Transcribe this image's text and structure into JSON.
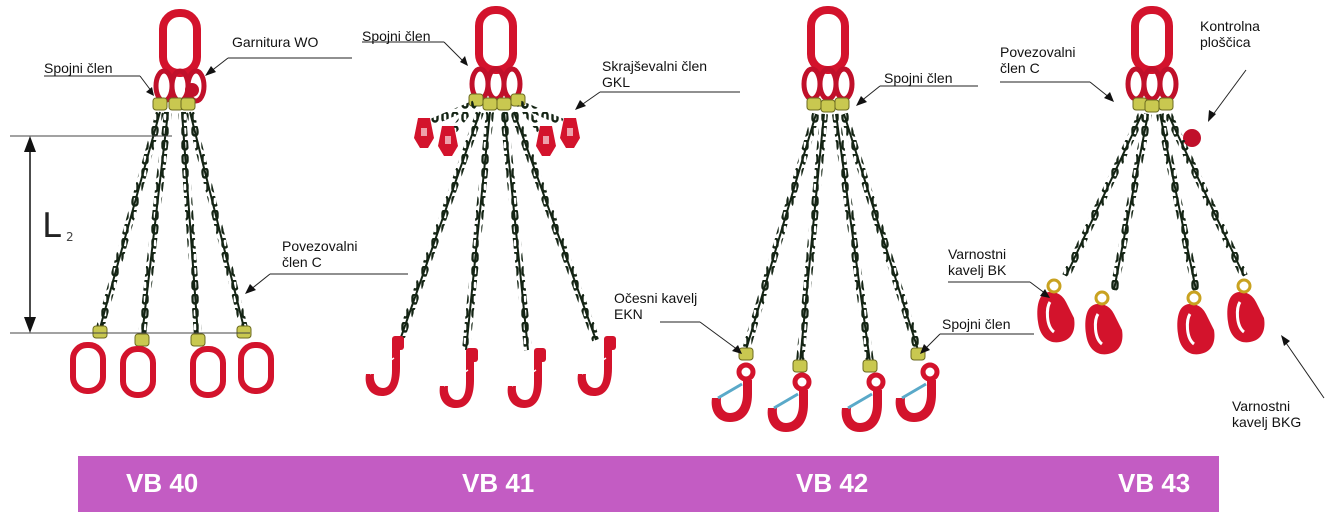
{
  "colors": {
    "chain": "#142414",
    "metal": "#d3132c",
    "link": "#c9c850",
    "bar": "#c35cc3",
    "bar_text": "#ffffff"
  },
  "labels": {
    "vb40_garnitura": "Garnitura WO",
    "vb40_spojni": "Spojni člen",
    "vb40_povezovalni": "Povezovalni\nčlen C",
    "dimension": "L",
    "dimension_sub": "2",
    "vb41_spojni": "Spojni člen",
    "vb41_skrajsevalni": "Skrajševalni člen\nGKL",
    "vb42_spojni_top": "Spojni člen",
    "vb42_ocesni": "Očesni kavelj\nEKN",
    "vb42_spojni_bottom": "Spojni člen",
    "vb43_povezovalni": "Povezovalni\nčlen C",
    "vb43_kontrolna": "Kontrolna\nploščica",
    "vb43_varnostni_bk": "Varnostni\nkavelj BK",
    "vb43_varnostni_bkg": "Varnostni\nkavelj BKG"
  },
  "models": [
    "VB 40",
    "VB 41",
    "VB 42",
    "VB 43"
  ]
}
